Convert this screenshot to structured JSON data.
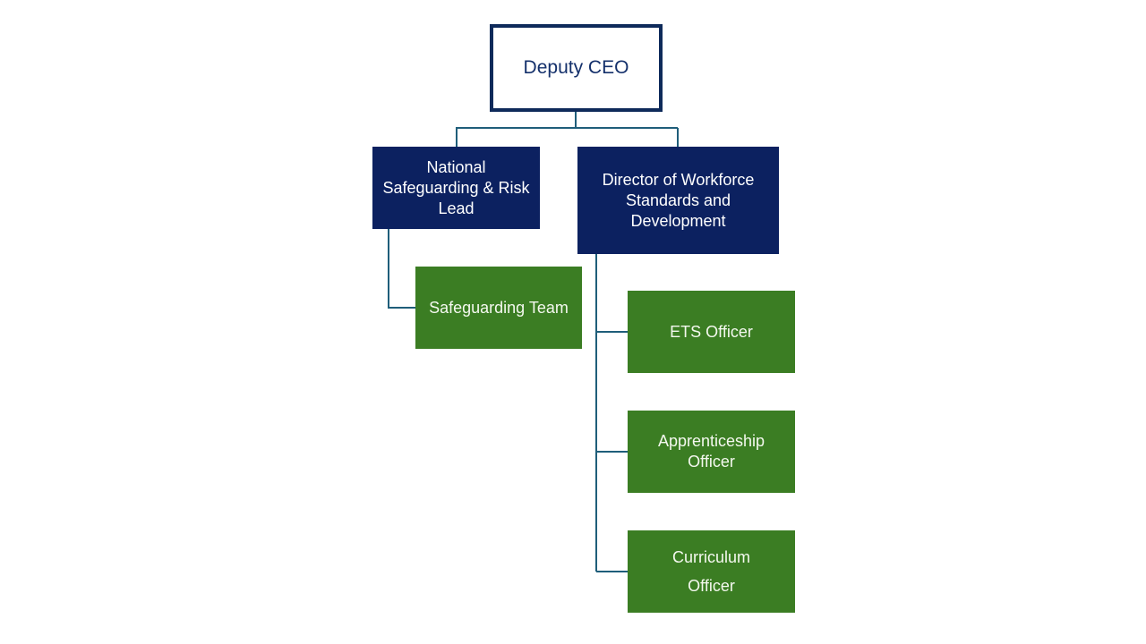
{
  "org_chart": {
    "root": {
      "label": "Deputy CEO"
    },
    "level2": [
      {
        "label": "National\nSafeguarding  & Risk\nLead"
      },
      {
        "label": "Director of Workforce\nStandards and\nDevelopment"
      }
    ],
    "reports": {
      "safeguarding_lead": [
        {
          "label": "Safeguarding Team"
        }
      ],
      "director": [
        {
          "label": "ETS Officer"
        },
        {
          "label": "Apprenticeship\nOfficer"
        },
        {
          "label": "Curriculum\nOfficer"
        }
      ]
    },
    "colors": {
      "root_border": "#0e2a5a",
      "root_text": "#14306b",
      "manager_fill": "#0c2160",
      "staff_fill": "#3b7d23",
      "connector": "#1f5e7a"
    }
  }
}
